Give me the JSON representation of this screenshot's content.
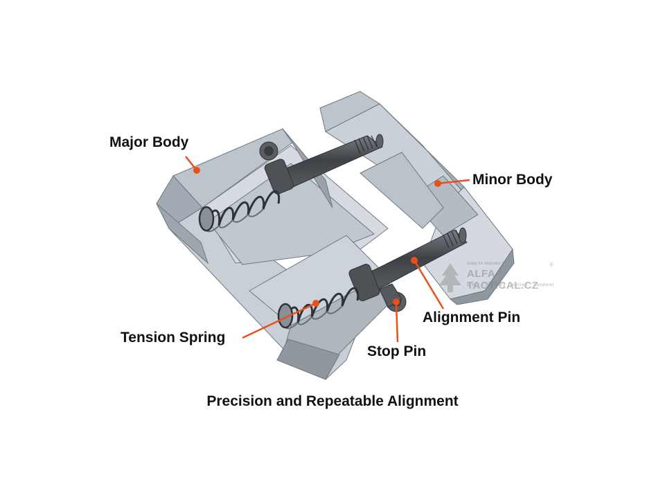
{
  "labels": {
    "major_body": "Major Body",
    "minor_body": "Minor Body",
    "alignment_pin": "Alignment Pin",
    "tension_spring": "Tension Spring",
    "stop_pin": "Stop Pin"
  },
  "caption": "Precision and Repeatable Alignment",
  "watermark": {
    "tagline_small": "ready for business !",
    "brand": "ALFA TACTICAL.CZ",
    "registered": "®",
    "tags": "army · military · police · outdoor"
  },
  "colors": {
    "leader": "#e8501e",
    "dot": "#e8501e",
    "body_light": "#c9d0d8",
    "body_mid": "#a9b1ba",
    "body_dark": "#8d949c",
    "pin": "#4a4d52",
    "text": "#111111"
  }
}
